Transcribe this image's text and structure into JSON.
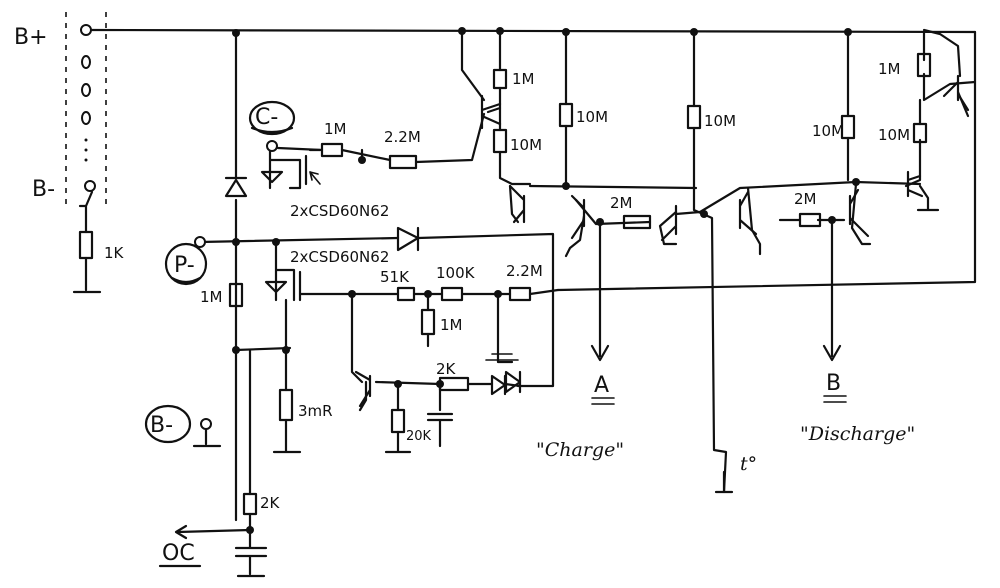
{
  "terminals": {
    "b_plus": "B+",
    "b_minus_left": "B-",
    "c_minus": "C-",
    "p_minus": "P-",
    "b_minus_circle": "B-",
    "oc": "OC"
  },
  "components": {
    "r_1k_batt": "1K",
    "r_1m_cgate": "1M",
    "r_2_2m_cgate": "2.2M",
    "mosfet_c": "2xCSD60N62",
    "mosfet_p": "2xCSD60N62",
    "r_1m_left": "1M",
    "r_51k": "51K",
    "r_100k": "100K",
    "r_2_2m_mid": "2.2M",
    "r_1m_mid": "1M",
    "r_2k_mid": "2K",
    "r_20k": "20K",
    "r_shunt": "3mR",
    "r_2k_oc": "2K",
    "r_1m_q1_top": "1M",
    "r_10m_q1": "10M",
    "r_10m_q2": "10M",
    "r_10m_mid": "10M",
    "r_2m_charge": "2M",
    "r_10m_right": "10M",
    "r_2m_discharge": "2M",
    "r_1m_right_top": "1M",
    "r_10m_right2": "10M",
    "thermistor": "t°"
  },
  "outputs": {
    "a_label": "A",
    "a_caption": "\"Charge\"",
    "b_label": "B",
    "b_caption": "\"Discharge\""
  }
}
